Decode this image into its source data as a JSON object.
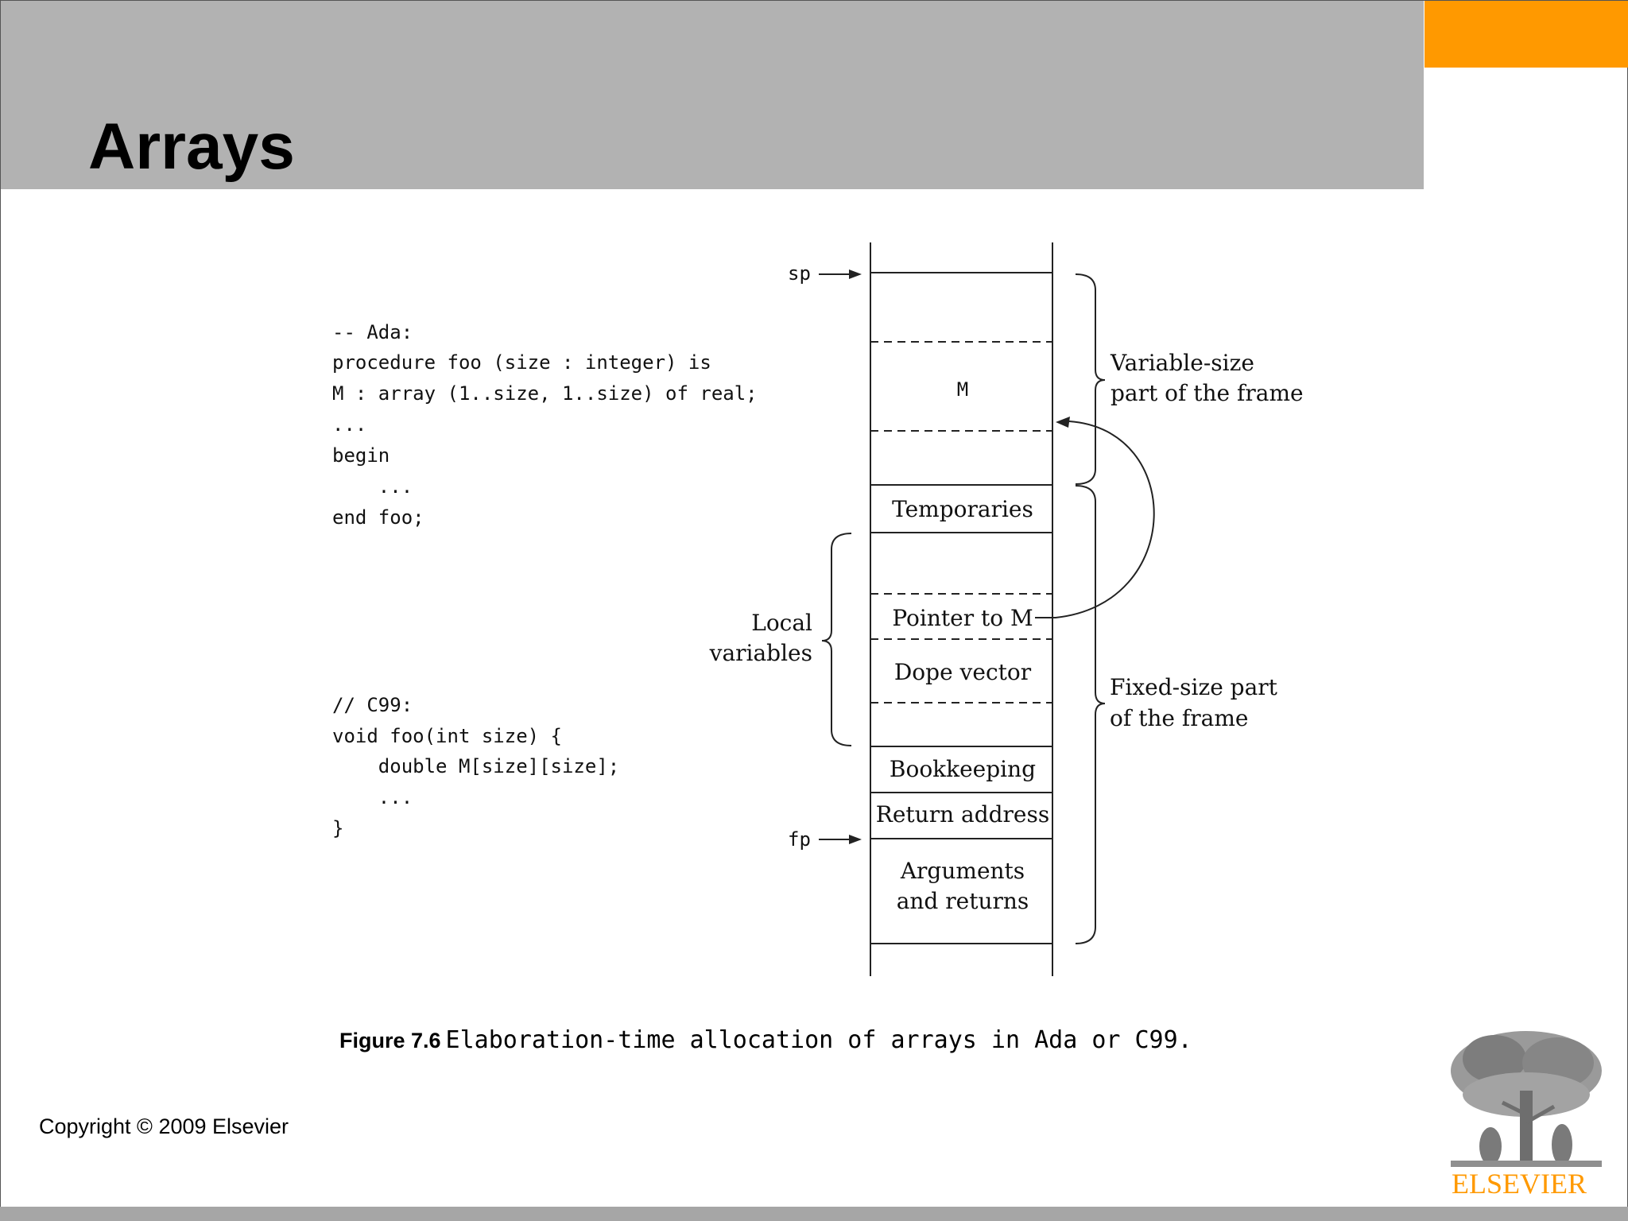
{
  "slide": {
    "title": "Arrays",
    "copyright": "Copyright © 2009 Elsevier",
    "publisher": "ELSEVIER",
    "colors": {
      "header": "#b2b2b2",
      "accent": "#ff9900",
      "footer": "#a6a6a6"
    }
  },
  "code": {
    "ada": [
      "-- Ada:",
      "procedure foo (size : integer) is",
      "M : array (1..size, 1..size) of real;",
      "...",
      "begin",
      "    ...",
      "end foo;"
    ],
    "c99": [
      "// C99:",
      "void foo(int size) {",
      "    double M[size][size];",
      "    ...",
      "}"
    ]
  },
  "diagram": {
    "registers": {
      "sp": "sp",
      "fp": "fp"
    },
    "cells": {
      "m": "M",
      "temporaries": "Temporaries",
      "pointer_to_m": "Pointer to M",
      "dope_vector": "Dope vector",
      "bookkeeping": "Bookkeeping",
      "return_address": "Return address",
      "arguments": [
        "Arguments",
        "and returns"
      ]
    },
    "braces": {
      "variable_size": [
        "Variable-size",
        "part of the frame"
      ],
      "fixed_size": [
        "Fixed-size part",
        "of the frame"
      ],
      "local_variables": [
        "Local",
        "variables"
      ]
    }
  },
  "caption": {
    "label": "Figure 7.6",
    "text": "Elaboration-time allocation of arrays in Ada or C99."
  }
}
